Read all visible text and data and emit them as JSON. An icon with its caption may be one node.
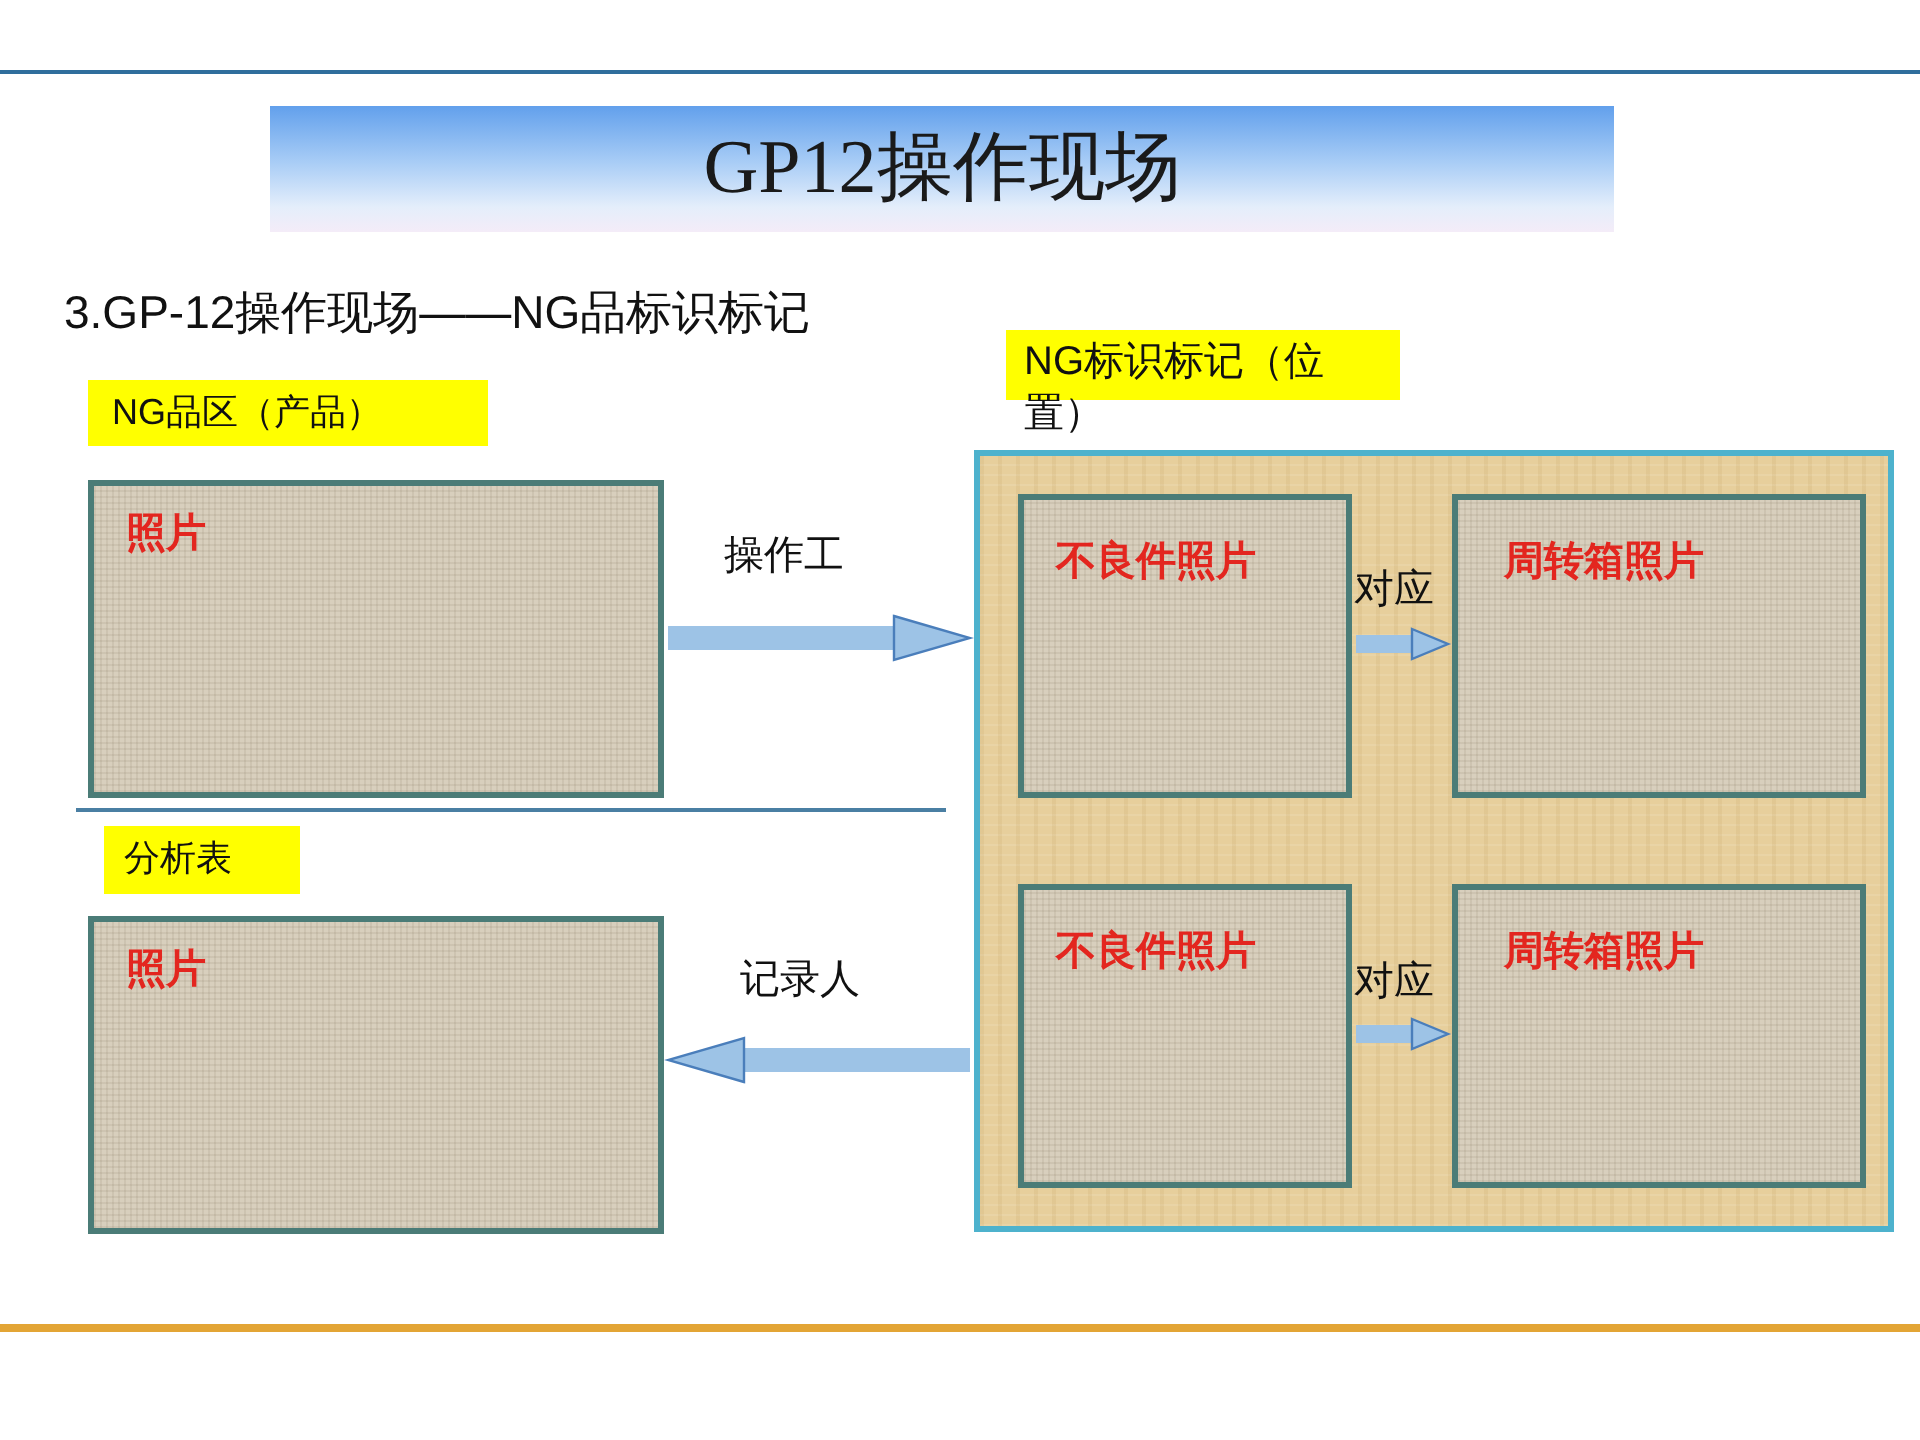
{
  "diagram": {
    "title": "GP12操作现场",
    "nodes": [
      {
        "text": [
          "NG品区（产品）"
        ]
      },
      {
        "text": [
          "照片"
        ]
      },
      {
        "text": [
          "分析表"
        ]
      },
      {
        "text": [
          "照片"
        ]
      },
      {
        "text": [
          "NG标识标记（位置）"
        ]
      },
      {
        "text": [],
        "shape": "box"
      },
      {
        "text": [
          "不良件照片"
        ],
        "in": 5
      },
      {
        "text": [
          "周转箱照片"
        ],
        "in": 5
      },
      {
        "text": [
          "不良件照片"
        ],
        "in": 5
      },
      {
        "text": [
          "周转箱照片"
        ],
        "in": 5
      }
    ],
    "edges": [
      {
        "from": 1,
        "to": 5,
        "arrow": "to",
        "label": "操作工"
      },
      {
        "from": 5,
        "to": 3,
        "arrow": "to",
        "label": "记录人"
      },
      {
        "from": 6,
        "to": 7,
        "arrow": "to",
        "label": "对应"
      },
      {
        "from": 8,
        "to": 9,
        "arrow": "to",
        "label": "对应"
      }
    ],
    "labels": [
      "3.GP-12操作现场——NG品标识标记"
    ]
  }
}
